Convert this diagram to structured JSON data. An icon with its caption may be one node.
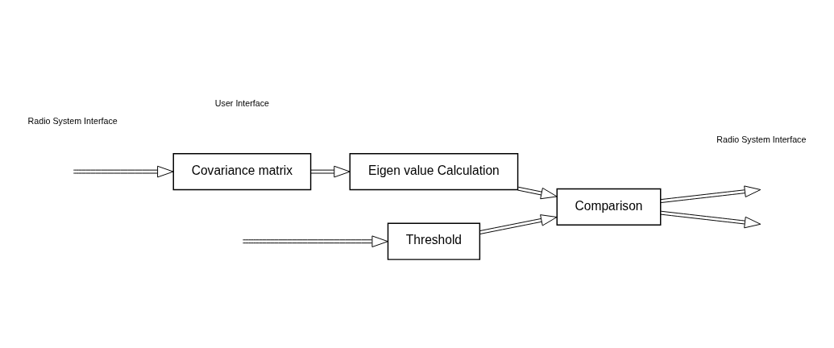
{
  "diagram": {
    "nodes": [
      {
        "text": [
          "Threshold"
        ]
      },
      {
        "text": [
          "Covariance matrix"
        ]
      },
      {
        "text": [
          "Eigen value Calculation"
        ]
      },
      {
        "text": [
          "Comparison"
        ]
      }
    ],
    "edges": [
      {
        "from": null,
        "to": 0,
        "arrow": "to"
      },
      {
        "from": 0,
        "to": 3,
        "arrow": "to"
      },
      {
        "from": null,
        "to": 1,
        "arrow": "to"
      },
      {
        "from": 1,
        "to": 2,
        "arrow": "to"
      },
      {
        "from": 2,
        "to": 3,
        "arrow": "to"
      },
      {
        "from": 3,
        "to": null,
        "arrow": "to"
      },
      {
        "from": 3,
        "to": null,
        "arrow": "to"
      }
    ],
    "labels": [
      "User Interface",
      "Radio System Interface",
      "Radio System Interface"
    ]
  }
}
